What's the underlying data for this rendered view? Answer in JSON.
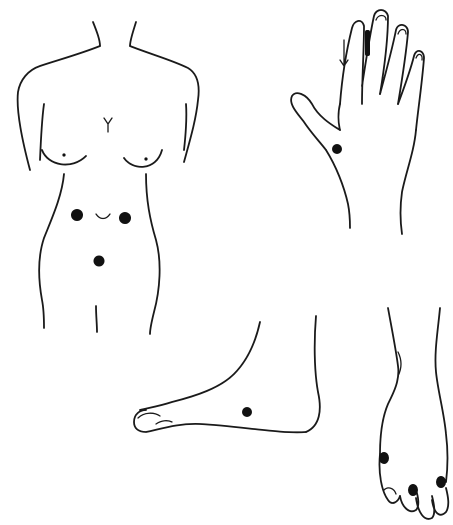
{
  "colors": {
    "background": "#ffffff",
    "ink": "#1a1a1a",
    "marker": "#111111"
  },
  "figures": [
    {
      "name": "torso-front",
      "marker_count": 3
    },
    {
      "name": "left-hand-back",
      "marker_count": 2
    },
    {
      "name": "foot-side-view",
      "marker_count": 1
    },
    {
      "name": "foot-top-view",
      "marker_count": 3
    }
  ]
}
